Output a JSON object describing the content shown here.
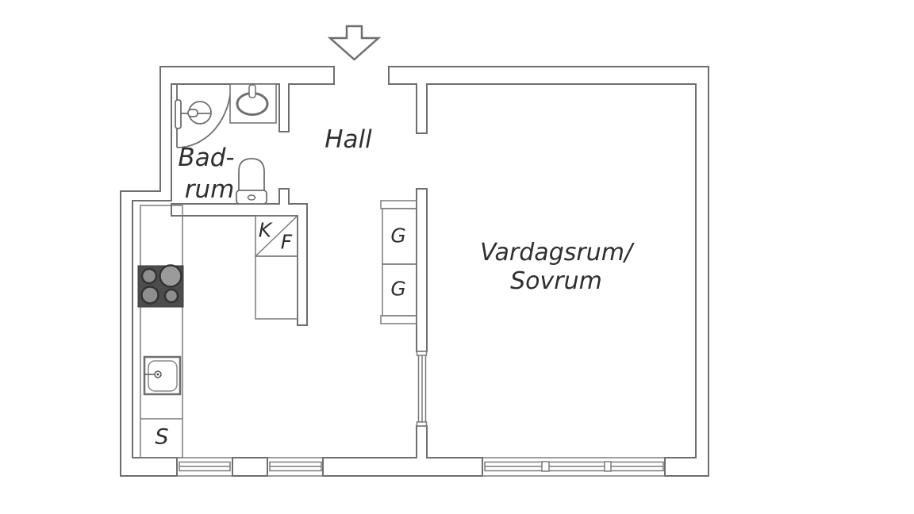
{
  "plan_type": "apartment-floor-plan",
  "labels": {
    "bathroom_line1": "Bad-",
    "bathroom_line2": "rum",
    "hall": "Hall",
    "living_line1": "Vardagsrum/",
    "living_line2": "Sovrum",
    "fridge": "K",
    "freezer": "F",
    "wardrobe_upper": "G",
    "wardrobe_lower": "G",
    "cabinet": "S"
  },
  "icons": {
    "entrance": "down-arrow-icon",
    "shower": "shower-head-icon",
    "washbasin": "oval-basin-icon",
    "toilet": "toilet-icon",
    "stove": "four-burner-cooktop-icon",
    "sink": "kitchen-sink-icon"
  },
  "colors": {
    "wall_stroke": "#6e6e6e",
    "thin_line": "#7b7b7b",
    "text": "#2f2f2f",
    "stove_fill": "#4d4d4d",
    "burner_fill": "#8e8e8e",
    "background": "#ffffff"
  }
}
